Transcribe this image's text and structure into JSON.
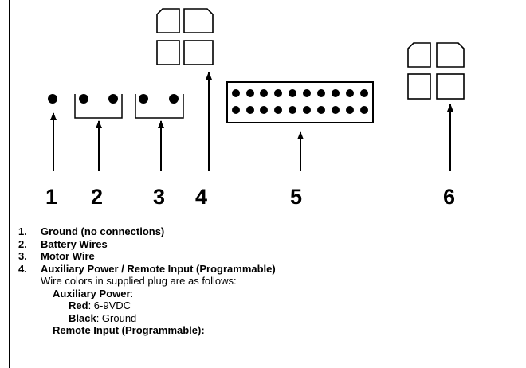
{
  "callouts": [
    "1",
    "2",
    "3",
    "4",
    "5",
    "6"
  ],
  "legend": {
    "items": [
      {
        "index": "1.",
        "text": "Ground (no connections)"
      },
      {
        "index": "2.",
        "text": "Battery Wires"
      },
      {
        "index": "3.",
        "text": "Motor Wire"
      },
      {
        "index": "4.",
        "text": "Auxiliary Power / Remote Input (Programmable)"
      }
    ],
    "wire_intro": "Wire colors in supplied plug are as follows:",
    "aux_heading": "Auxiliary Power",
    "colon": ":",
    "red_label": "Red",
    "red_value": ":  6-9VDC",
    "black_label": "Black",
    "black_value": ":  Ground",
    "remote_heading_partial": "Remote Input (Programmable):"
  }
}
